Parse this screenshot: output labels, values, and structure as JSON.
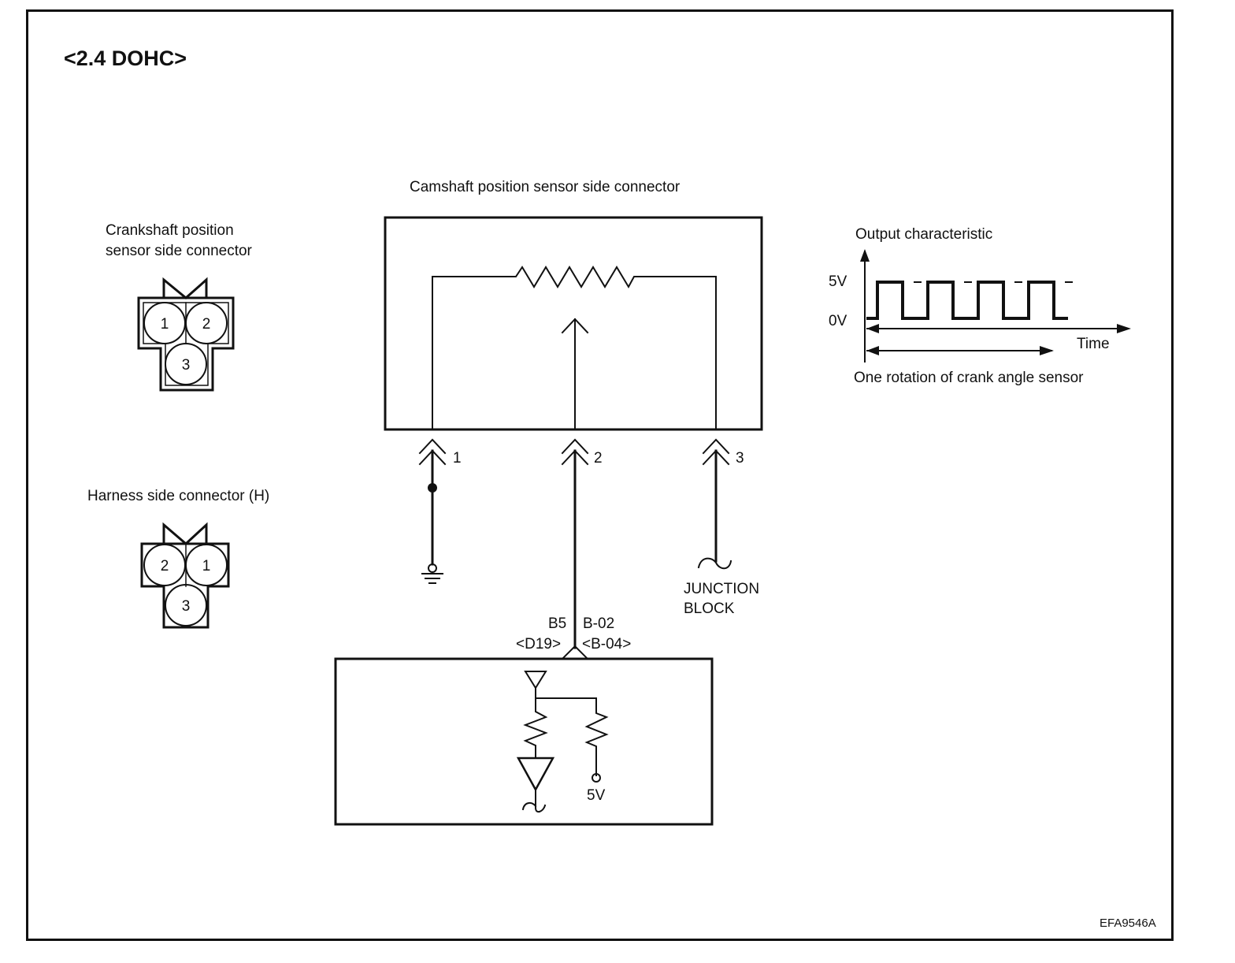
{
  "title": "<2.4 DOHC>",
  "crankshaft_connector": {
    "label_line1": "Crankshaft position",
    "label_line2": "sensor side connector",
    "pins": [
      "1",
      "2",
      "3"
    ]
  },
  "harness_connector": {
    "label": "Harness side connector (H)",
    "pins": [
      "2",
      "1",
      "3"
    ]
  },
  "camshaft_connector": {
    "label": "Camshaft position sensor side connector",
    "terminals": [
      "1",
      "2",
      "3"
    ]
  },
  "junction_block": {
    "line1": "JUNCTION",
    "line2": "BLOCK"
  },
  "ecm_connector": {
    "pin_left": "B5",
    "pin_right": "B-02",
    "connector_left": "<D19>",
    "connector_right": "<B-04>",
    "supply_label": "5V"
  },
  "output_characteristic": {
    "title": "Output characteristic",
    "high_label": "5V",
    "low_label": "0V",
    "time_label": "Time",
    "caption": "One rotation of crank angle sensor"
  },
  "chart_data": {
    "type": "line",
    "title": "Output characteristic",
    "xlabel": "Time",
    "ylabel": "",
    "yticks": [
      "0V",
      "5V"
    ],
    "ylim": [
      0,
      5
    ],
    "waveform": "square",
    "pulses_high": 4,
    "high_value": 5,
    "low_value": 0,
    "annotation": "One rotation of crank angle sensor"
  },
  "figure_id": "EFA9546A"
}
